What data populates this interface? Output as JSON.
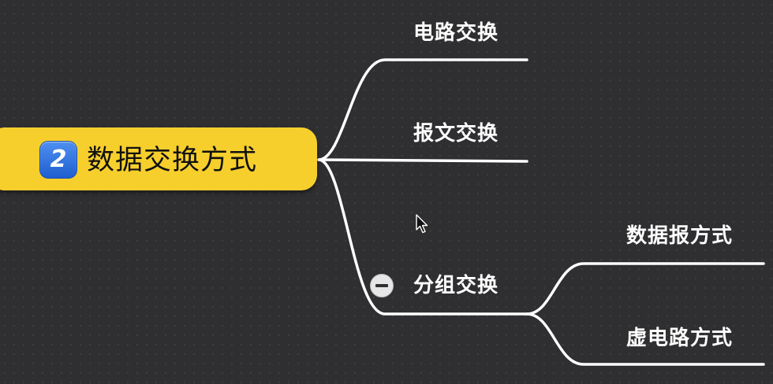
{
  "root": {
    "badge": "2",
    "title": "数据交换方式"
  },
  "branches": [
    {
      "label": "电路交换"
    },
    {
      "label": "报文交换"
    },
    {
      "label": "分组交换",
      "children": [
        {
          "label": "数据报方式"
        },
        {
          "label": "虚电路方式"
        }
      ]
    }
  ],
  "icons": {
    "collapse_toggle": "minus-circle-icon",
    "cursor": "mouse-pointer-icon"
  },
  "colors": {
    "background": "#2f2f31",
    "root_fill": "#f7cf2c",
    "badge_fill": "#2f6fe0",
    "connector": "#ffffff",
    "text_light": "#ffffff"
  }
}
